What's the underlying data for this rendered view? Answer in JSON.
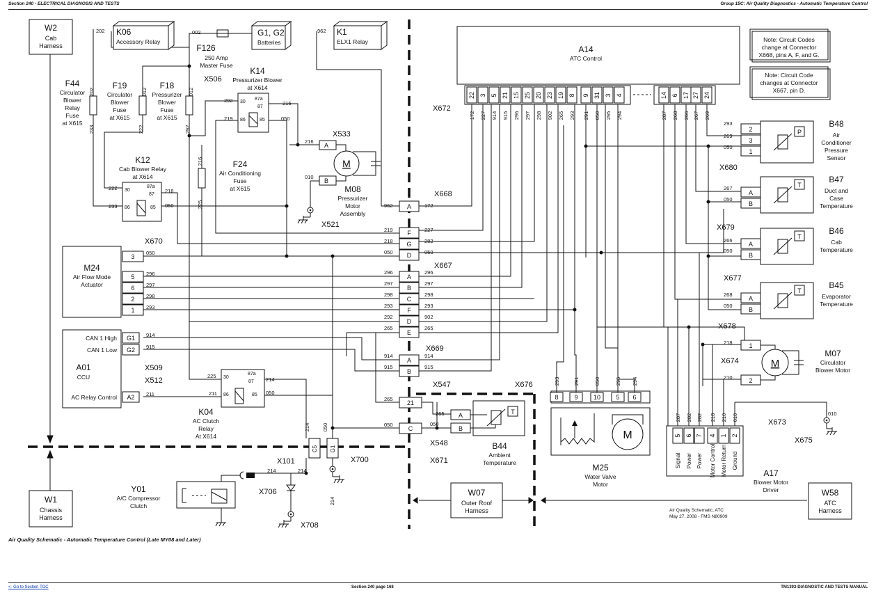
{
  "header": {
    "left": "Section 240 - ELECTRICAL DIAGNOSIS AND TESTS",
    "right": "Group 15C: Air Quality Diagnostics - Automatic Temperature Control"
  },
  "caption": "Air Quality Schematic - Automatic Temperature Control (Late MY08 and Later)",
  "footer": {
    "link": "<- Go to Section TOC",
    "center": "Section 240 page 168",
    "right": "TM1393-DIAGNOSTIC AND TESTS MANUAL"
  },
  "notes": {
    "note1": [
      "Note: Circuit Codes",
      "change at Connector",
      "X668, pins A, F, and G."
    ],
    "note2": [
      "Note: Circuit Code",
      "changes at Connector",
      "X667, pin D."
    ],
    "stamp": [
      "Air Quality Schematic, ATC",
      "May 27, 2008 - FMS N80909"
    ]
  },
  "components": {
    "w2": [
      "W2",
      "Cab",
      "Harness"
    ],
    "k06": [
      "K06",
      "Accessory Relay"
    ],
    "g1g2": [
      "G1, G2",
      "Batteries"
    ],
    "k1": [
      "K1",
      "ELX1 Relay"
    ],
    "a14": [
      "A14",
      "ATC Control"
    ],
    "f126": [
      "F126",
      "250 Amp",
      "Master Fuse"
    ],
    "f44": [
      "F44",
      "Circulator",
      "Blower",
      "Relay",
      "Fuse",
      "at X615"
    ],
    "f19": [
      "F19",
      "Circulator",
      "Blower",
      "Fuse",
      "at X615"
    ],
    "f18": [
      "F18",
      "Pressurizer",
      "Blower",
      "Fuse",
      "at X615"
    ],
    "k14": [
      "K14",
      "Pressurizer Blower",
      "at X614"
    ],
    "f24": [
      "F24",
      "Air Conditioning",
      "Fuse",
      "at X615"
    ],
    "m08": [
      "M08",
      "Pressurizer",
      "Motor",
      "Assembly"
    ],
    "k12": [
      "K12",
      "Cab Blower Relay",
      "at X614"
    ],
    "m24": [
      "M24",
      "Air Flow Mode",
      "Actuator"
    ],
    "a01": [
      "A01",
      "CCU"
    ],
    "a01_pins": [
      "CAN 1 High",
      "CAN 1 Low",
      "AC Relay Control"
    ],
    "k04": [
      "K04",
      "AC Clutch",
      "Relay",
      "At X614"
    ],
    "y01": [
      "Y01",
      "A/C Compressor",
      "Clutch"
    ],
    "w1": [
      "W1",
      "Chassis",
      "Harness"
    ],
    "w07": [
      "W07",
      "Outer Roof",
      "Harness"
    ],
    "w58": [
      "W58",
      "ATC",
      "Harness"
    ],
    "b44": [
      "B44",
      "Ambient",
      "Temperature"
    ],
    "m25": [
      "M25",
      "Water Valve",
      "Motor"
    ],
    "a17": [
      "A17",
      "Blower Motor",
      "Driver"
    ],
    "a17_pins": [
      "Signal",
      "Power",
      "Power",
      "Motor Control",
      "Motor Return",
      "Ground"
    ],
    "m07": [
      "M07",
      "Circulator",
      "Blower Motor"
    ],
    "b48": [
      "B48",
      "Air",
      "Conditioner",
      "Pressure",
      "Sensor"
    ],
    "b47": [
      "B47",
      "Duct and",
      "Case",
      "Temperature"
    ],
    "b46": [
      "B46",
      "Cab",
      "Temperature"
    ],
    "b45": [
      "B45",
      "Evaporator",
      "Temperature"
    ]
  },
  "connectors": {
    "x506": "X506",
    "x533": "X533",
    "x521": "X521",
    "x668": "X668",
    "x670": "X670",
    "x667": "X667",
    "x669": "X669",
    "x509": "X509",
    "x512": "X512",
    "x547": "X547",
    "x548": "X548",
    "x671": "X671",
    "x101": "X101",
    "x700": "X700",
    "x706": "X706",
    "x708": "X708",
    "x672": "X672",
    "x680": "X680",
    "x679": "X679",
    "x677": "X677",
    "x678": "X678",
    "x674": "X674",
    "x676": "X676",
    "x673": "X673",
    "x675": "X675"
  },
  "pins": {
    "a14": [
      "22",
      "3",
      "5",
      "21",
      "15",
      "25",
      "20",
      "23",
      "19",
      "8",
      "9",
      "31",
      "14",
      "6",
      "27",
      "24"
    ],
    "a14_wires": [
      "172",
      "227",
      "914",
      "915",
      "296",
      "297",
      "298",
      "902",
      "265",
      "293",
      "291",
      "050",
      "295",
      "294",
      "287",
      "268",
      "266",
      "267",
      "269"
    ],
    "x670": [
      "3",
      "5",
      "6",
      "2",
      "1"
    ],
    "x668": [
      "A",
      "F",
      "G",
      "D"
    ],
    "x667": [
      "A",
      "B",
      "C",
      "F",
      "D",
      "E"
    ],
    "x669": [
      "A",
      "B"
    ],
    "m25": [
      "8",
      "9",
      "10",
      "5",
      "6"
    ],
    "m25_wires": [
      "293",
      "291",
      "050",
      "295",
      "294"
    ],
    "a17": [
      "5",
      "6",
      "7",
      "4",
      "1",
      "2"
    ],
    "a17_wires": [
      "287",
      "282",
      "282",
      "218",
      "210",
      "010"
    ]
  },
  "circuits": {
    "c202": "202",
    "c002": "002",
    "c962": "962",
    "c012": "012",
    "c233": "233",
    "c222": "222",
    "c292": "292",
    "c216": "216",
    "c219": "219",
    "c050": "050",
    "c010": "010",
    "c225": "225",
    "c218": "218",
    "c296": "296",
    "c297": "297",
    "c298": "298",
    "c293": "293",
    "c914": "914",
    "c915": "915",
    "c211": "211",
    "c214": "214",
    "c265": "265",
    "c172": "172",
    "c227": "227",
    "c282": "282",
    "c902": "902",
    "c266": "266",
    "c267": "267",
    "c268": "268",
    "c269": "269",
    "c210": "210",
    "c287": "287",
    "c291": "291",
    "c294": "294",
    "c295": "295"
  },
  "relay_pins": {
    "p30": "30",
    "p87a": "87a",
    "p87": "87",
    "p86": "86",
    "p85": "85"
  },
  "symbols": {
    "motor": "M",
    "sensor_p": "P",
    "sensor_t": "T"
  }
}
